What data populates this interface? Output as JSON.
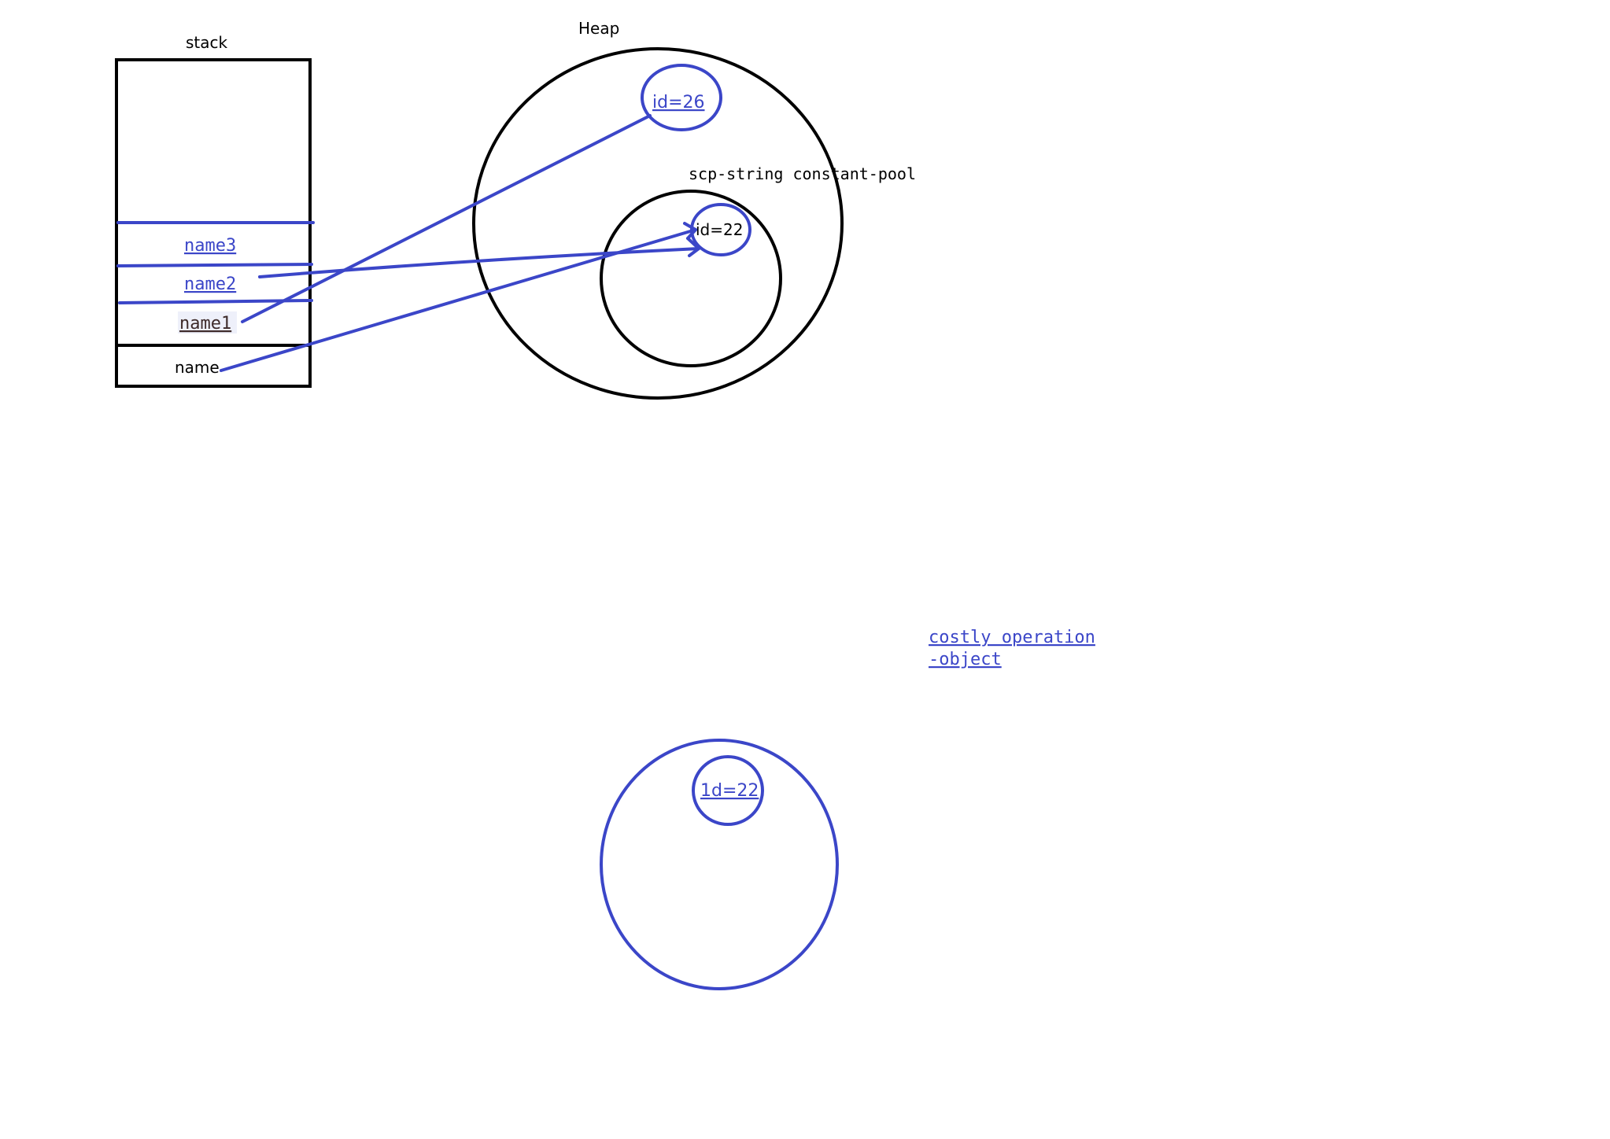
{
  "colors": {
    "ink": "#000000",
    "pen_blue": "#3b46c8",
    "highlight": "#eef0fa",
    "background": "#ffffff"
  },
  "stack": {
    "title": "stack",
    "slots": [
      "name3",
      "name2",
      "name1",
      "name"
    ]
  },
  "heap": {
    "title": "Heap",
    "object_label": "id=26",
    "pool_title": "scp-string constant-pool",
    "pool_object_label": "id=22"
  },
  "note": {
    "line1": "costly operation",
    "line2": "-object"
  },
  "bottom_circle": {
    "object_label": "1d=22"
  }
}
